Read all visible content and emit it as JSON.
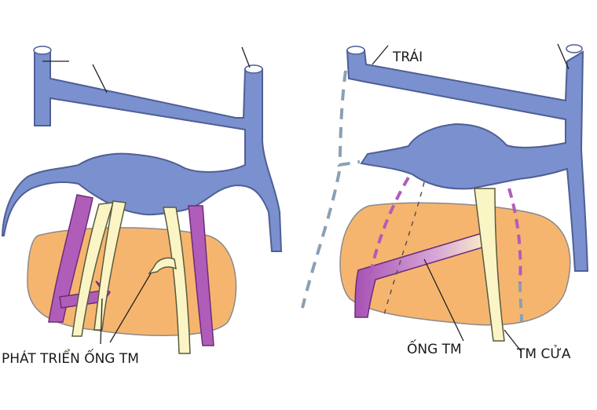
{
  "labels": {
    "left_bottom": "PHÁT TRIỂN ỐNG TM",
    "right_top": "TRÁI",
    "right_bottom_left": "ỐNG TM",
    "right_bottom_right": "TM CỬA"
  },
  "colors": {
    "vein_blue": "#7b90cf",
    "liver_orange": "#f6b56f",
    "purple_vessel": "#b05db9",
    "yellow_vessel": "#fbf5c6",
    "dashed_gray": "#8aa0b4",
    "dashed_purple": "#b05db9"
  }
}
